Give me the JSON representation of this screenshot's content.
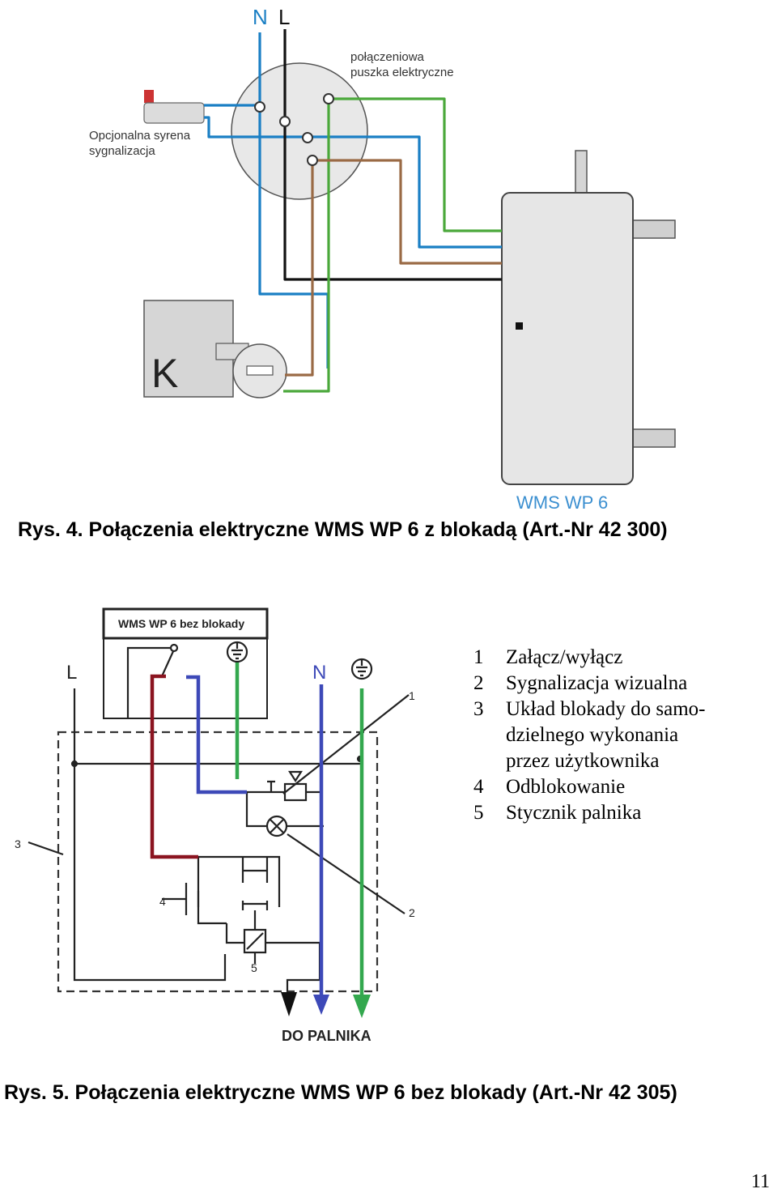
{
  "figure1": {
    "wire_labels": {
      "n": "N",
      "l": "L"
    },
    "junction_box_label_line1": "połączeniowa",
    "junction_box_label_line2": "puszka elektryczne",
    "siren_label_line1": "Opcjonalna syrena",
    "siren_label_line2": "sygnalizacja",
    "boiler_letter": "K",
    "unit_label": "WMS WP 6",
    "caption": "Rys. 4. Połączenia elektryczne WMS WP 6 z blokadą (Art.-Nr 42 300)"
  },
  "figure2": {
    "box_title": "WMS WP 6 bez blokady",
    "l_label": "L",
    "n_label": "N",
    "callouts": {
      "c1": "1",
      "c2": "2",
      "c3": "3",
      "c4": "4",
      "c5": "5"
    },
    "output_label": "DO PALNIKA",
    "legend": [
      {
        "num": "1",
        "text": "Załącz/wyłącz"
      },
      {
        "num": "2",
        "text": "Sygnalizacja wizualna"
      },
      {
        "num": "3",
        "text": "Układ blokady do samo-"
      },
      {
        "num": "",
        "text": "dzielnego wykonania"
      },
      {
        "num": "",
        "text": "przez użytkownika"
      },
      {
        "num": "4",
        "text": "Odblokowanie"
      },
      {
        "num": "5",
        "text": "Stycznik palnika"
      }
    ],
    "caption": "Rys. 5. Połączenia elektryczne WMS WP 6 bez blokady (Art.-Nr 42 305)"
  },
  "page_number": "11",
  "colors": {
    "neutral_blue": "#1a7fc4",
    "earth_green": "#4aa83a",
    "live_brown": "#9a6a45",
    "black": "#111111",
    "schematic_red": "#8b1420",
    "schematic_blue": "#3d49b8",
    "schematic_green": "#33a84e",
    "unit_label_blue": "#3b8fd0"
  }
}
